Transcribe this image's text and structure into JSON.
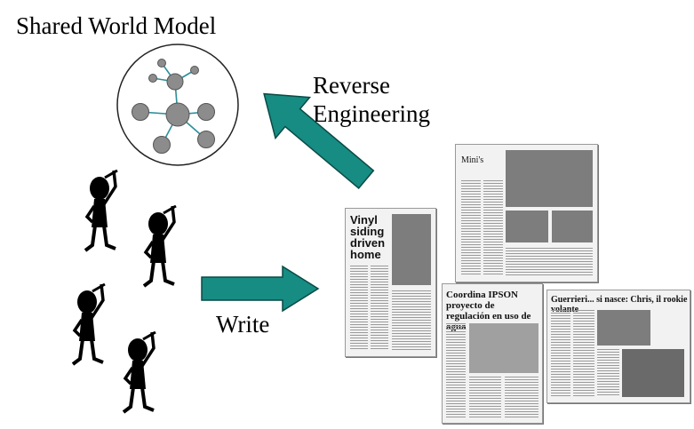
{
  "title": "Shared World Model",
  "reverse_label": [
    "Reverse",
    "Engineering"
  ],
  "write_label": "Write",
  "newspapers": [
    {
      "headline": "Vinyl siding driven home"
    },
    {
      "headline": "Mini's"
    },
    {
      "headline": "Coordina IPSON proyecto de regulación en uso de agua"
    },
    {
      "headline": "Guerrieri... si nasce: Chris, il rookie volante"
    }
  ],
  "colors": {
    "arrow": "#168c83",
    "arrow_outline": "#0a4a45",
    "node": "#8c8c8c",
    "edge": "#2a8f9a",
    "people": "#000000"
  }
}
